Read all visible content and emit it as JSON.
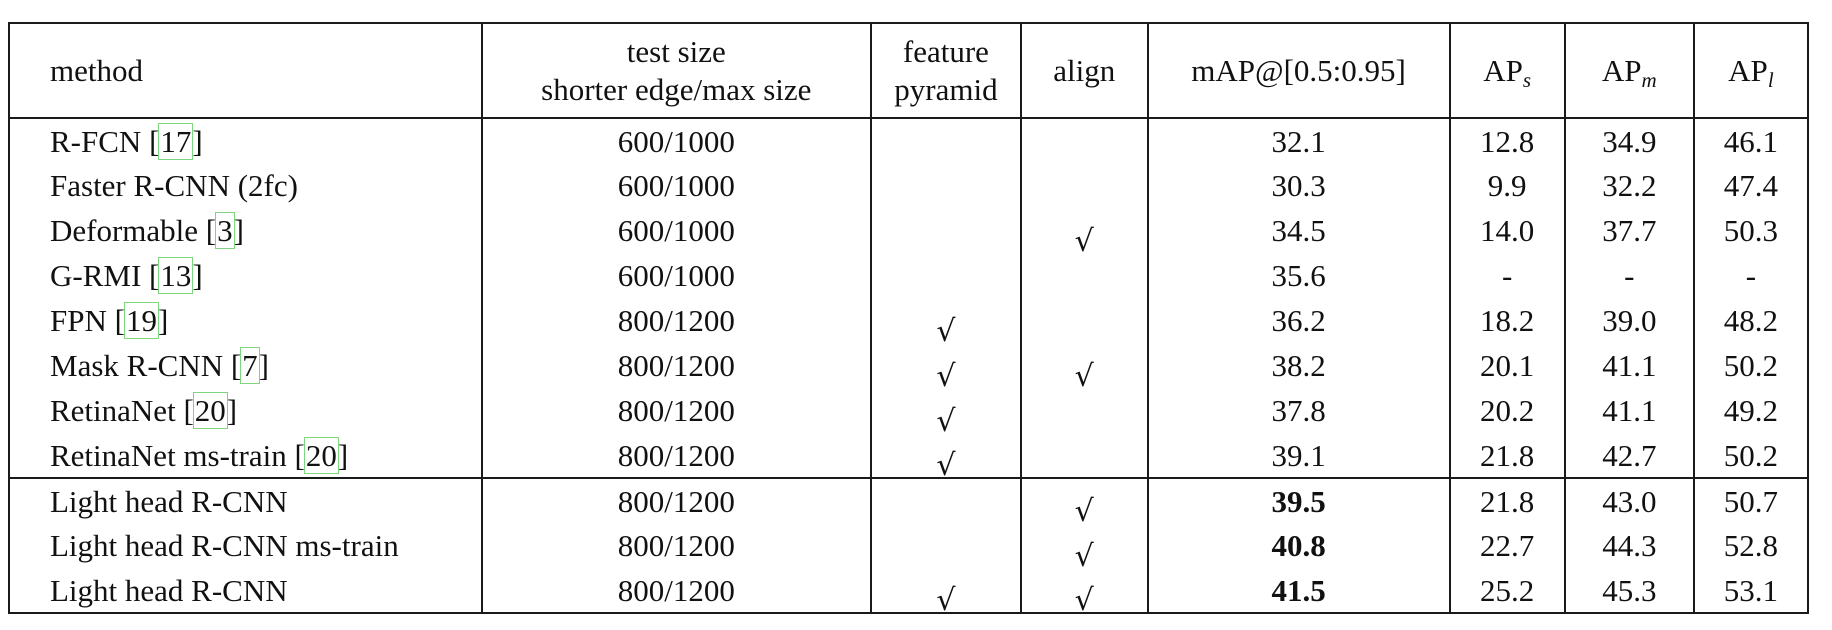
{
  "table": {
    "headers": {
      "method": "method",
      "test_size": [
        "test size",
        "shorter edge/max size"
      ],
      "feature_pyramid": [
        "feature",
        "pyramid"
      ],
      "align": "align",
      "map": "mAP@[0.5:0.95]",
      "ap_s": {
        "base": "AP",
        "sub": "s"
      },
      "ap_m": {
        "base": "AP",
        "sub": "m"
      },
      "ap_l": {
        "base": "AP",
        "sub": "l"
      }
    },
    "check_glyph": "√",
    "rows": [
      {
        "name": "R-FCN ",
        "ref": "17",
        "ref_suffix": "",
        "test_size": "600/1000",
        "feature_pyramid": false,
        "align": false,
        "map": "32.1",
        "ap_s": "12.8",
        "ap_m": "34.9",
        "ap_l": "46.1",
        "bold": false
      },
      {
        "name": "Faster R-CNN (2fc)",
        "ref": "",
        "ref_suffix": "",
        "test_size": "600/1000",
        "feature_pyramid": false,
        "align": false,
        "map": "30.3",
        "ap_s": "9.9",
        "ap_m": "32.2",
        "ap_l": "47.4",
        "bold": false
      },
      {
        "name": "Deformable ",
        "ref": "3",
        "ref_suffix": "",
        "test_size": "600/1000",
        "feature_pyramid": false,
        "align": true,
        "map": "34.5",
        "ap_s": "14.0",
        "ap_m": "37.7",
        "ap_l": "50.3",
        "bold": false
      },
      {
        "name": "G-RMI ",
        "ref": "13",
        "ref_suffix": "",
        "test_size": "600/1000",
        "feature_pyramid": false,
        "align": false,
        "map": "35.6",
        "ap_s": "-",
        "ap_m": "-",
        "ap_l": "-",
        "bold": false
      },
      {
        "name": "FPN ",
        "ref": "19",
        "ref_suffix": "",
        "test_size": "800/1200",
        "feature_pyramid": true,
        "align": false,
        "map": "36.2",
        "ap_s": "18.2",
        "ap_m": "39.0",
        "ap_l": "48.2",
        "bold": false
      },
      {
        "name": "Mask R-CNN ",
        "ref": "7",
        "ref_suffix": "",
        "test_size": "800/1200",
        "feature_pyramid": true,
        "align": true,
        "map": "38.2",
        "ap_s": "20.1",
        "ap_m": "41.1",
        "ap_l": "50.2",
        "bold": false
      },
      {
        "name": "RetinaNet ",
        "ref": "20",
        "ref_suffix": "",
        "test_size": "800/1200",
        "feature_pyramid": true,
        "align": false,
        "map": "37.8",
        "ap_s": "20.2",
        "ap_m": "41.1",
        "ap_l": "49.2",
        "bold": false
      },
      {
        "name": "RetinaNet ms-train ",
        "ref": "20",
        "ref_suffix": "",
        "test_size": "800/1200",
        "feature_pyramid": true,
        "align": false,
        "map": "39.1",
        "ap_s": "21.8",
        "ap_m": "42.7",
        "ap_l": "50.2",
        "bold": false
      },
      {
        "name": "Light head R-CNN",
        "ref": "",
        "ref_suffix": "",
        "test_size": "800/1200",
        "feature_pyramid": false,
        "align": true,
        "map": "39.5",
        "ap_s": "21.8",
        "ap_m": "43.0",
        "ap_l": "50.7",
        "bold": true,
        "group_start": true
      },
      {
        "name": "Light head R-CNN ms-train",
        "ref": "",
        "ref_suffix": "",
        "test_size": "800/1200",
        "feature_pyramid": false,
        "align": true,
        "map": "40.8",
        "ap_s": "22.7",
        "ap_m": "44.3",
        "ap_l": "52.8",
        "bold": true
      },
      {
        "name": "Light head R-CNN",
        "ref": "",
        "ref_suffix": "",
        "test_size": "800/1200",
        "feature_pyramid": true,
        "align": true,
        "map": "41.5",
        "ap_s": "25.2",
        "ap_m": "45.3",
        "ap_l": "53.1",
        "bold": true
      }
    ]
  }
}
